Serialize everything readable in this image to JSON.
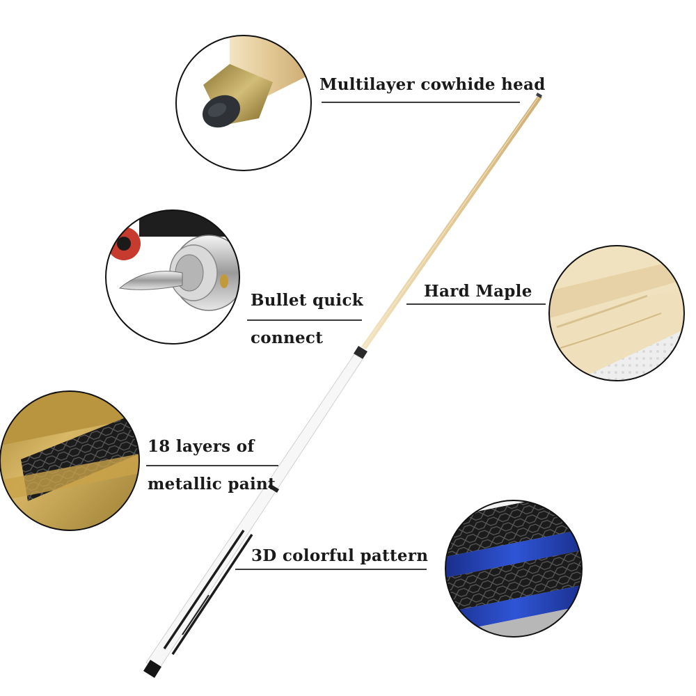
{
  "features": {
    "tip": {
      "label": "Multilayer cowhide head"
    },
    "joint": {
      "line1": "Bullet quick",
      "line2": "connect"
    },
    "shaft": {
      "label": "Hard Maple"
    },
    "paint": {
      "line1": "18 layers of",
      "line2": "metallic paint"
    },
    "pattern": {
      "label": "3D colorful pattern"
    }
  },
  "colors": {
    "maple": "#e9d3a4",
    "ferrule_gold": "#b99a48",
    "cue_white": "#f4f4f4",
    "pattern_blue": "#1f3fb0",
    "gold_paint": "#c9a24a"
  }
}
